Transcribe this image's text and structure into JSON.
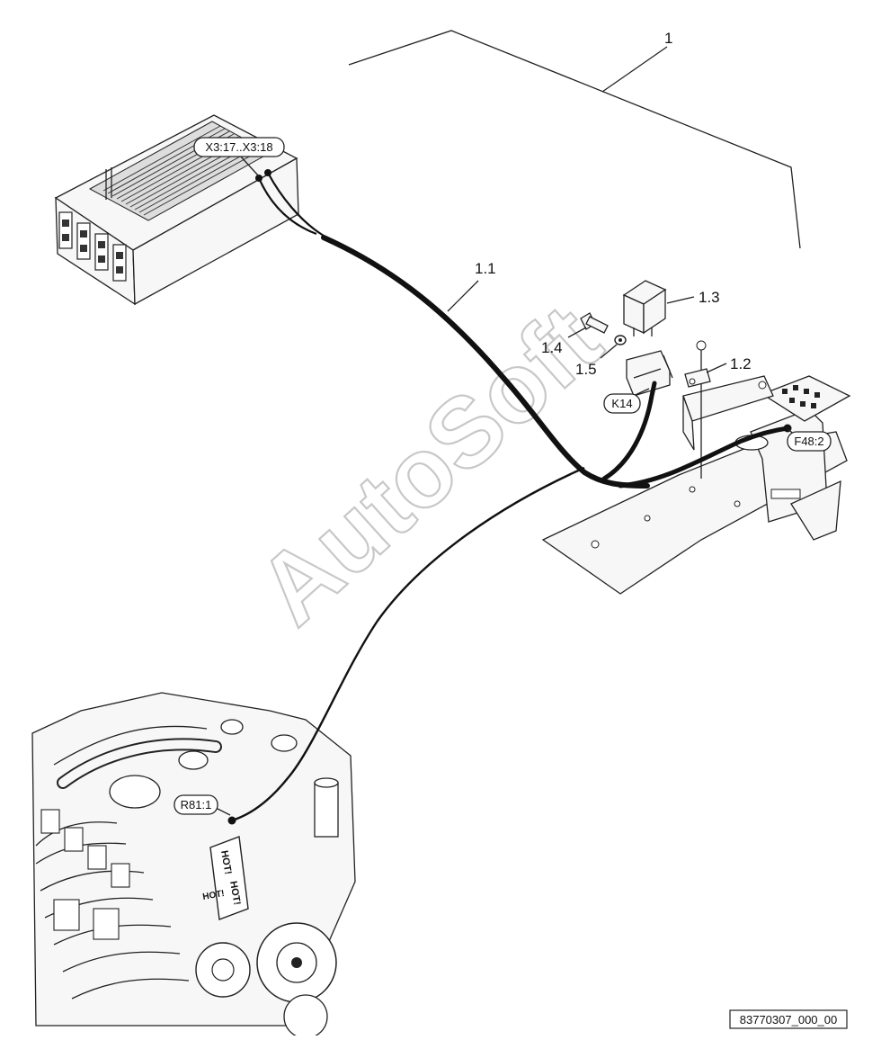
{
  "diagram": {
    "callouts": {
      "assembly": "1",
      "harness": "1.1",
      "bracket": "1.2",
      "relay": "1.3",
      "bolt": "1.4",
      "washer": "1.5"
    },
    "connectors": {
      "control_unit": "X3:17..X3:18",
      "relay": "K14",
      "fuse": "F48:2",
      "engine_sensor": "R81:1"
    },
    "watermark": "AutoSoft",
    "reference_number": "83770307_000_00",
    "engine_labels": [
      "HOT!",
      "HOT!",
      "HOT!"
    ]
  }
}
